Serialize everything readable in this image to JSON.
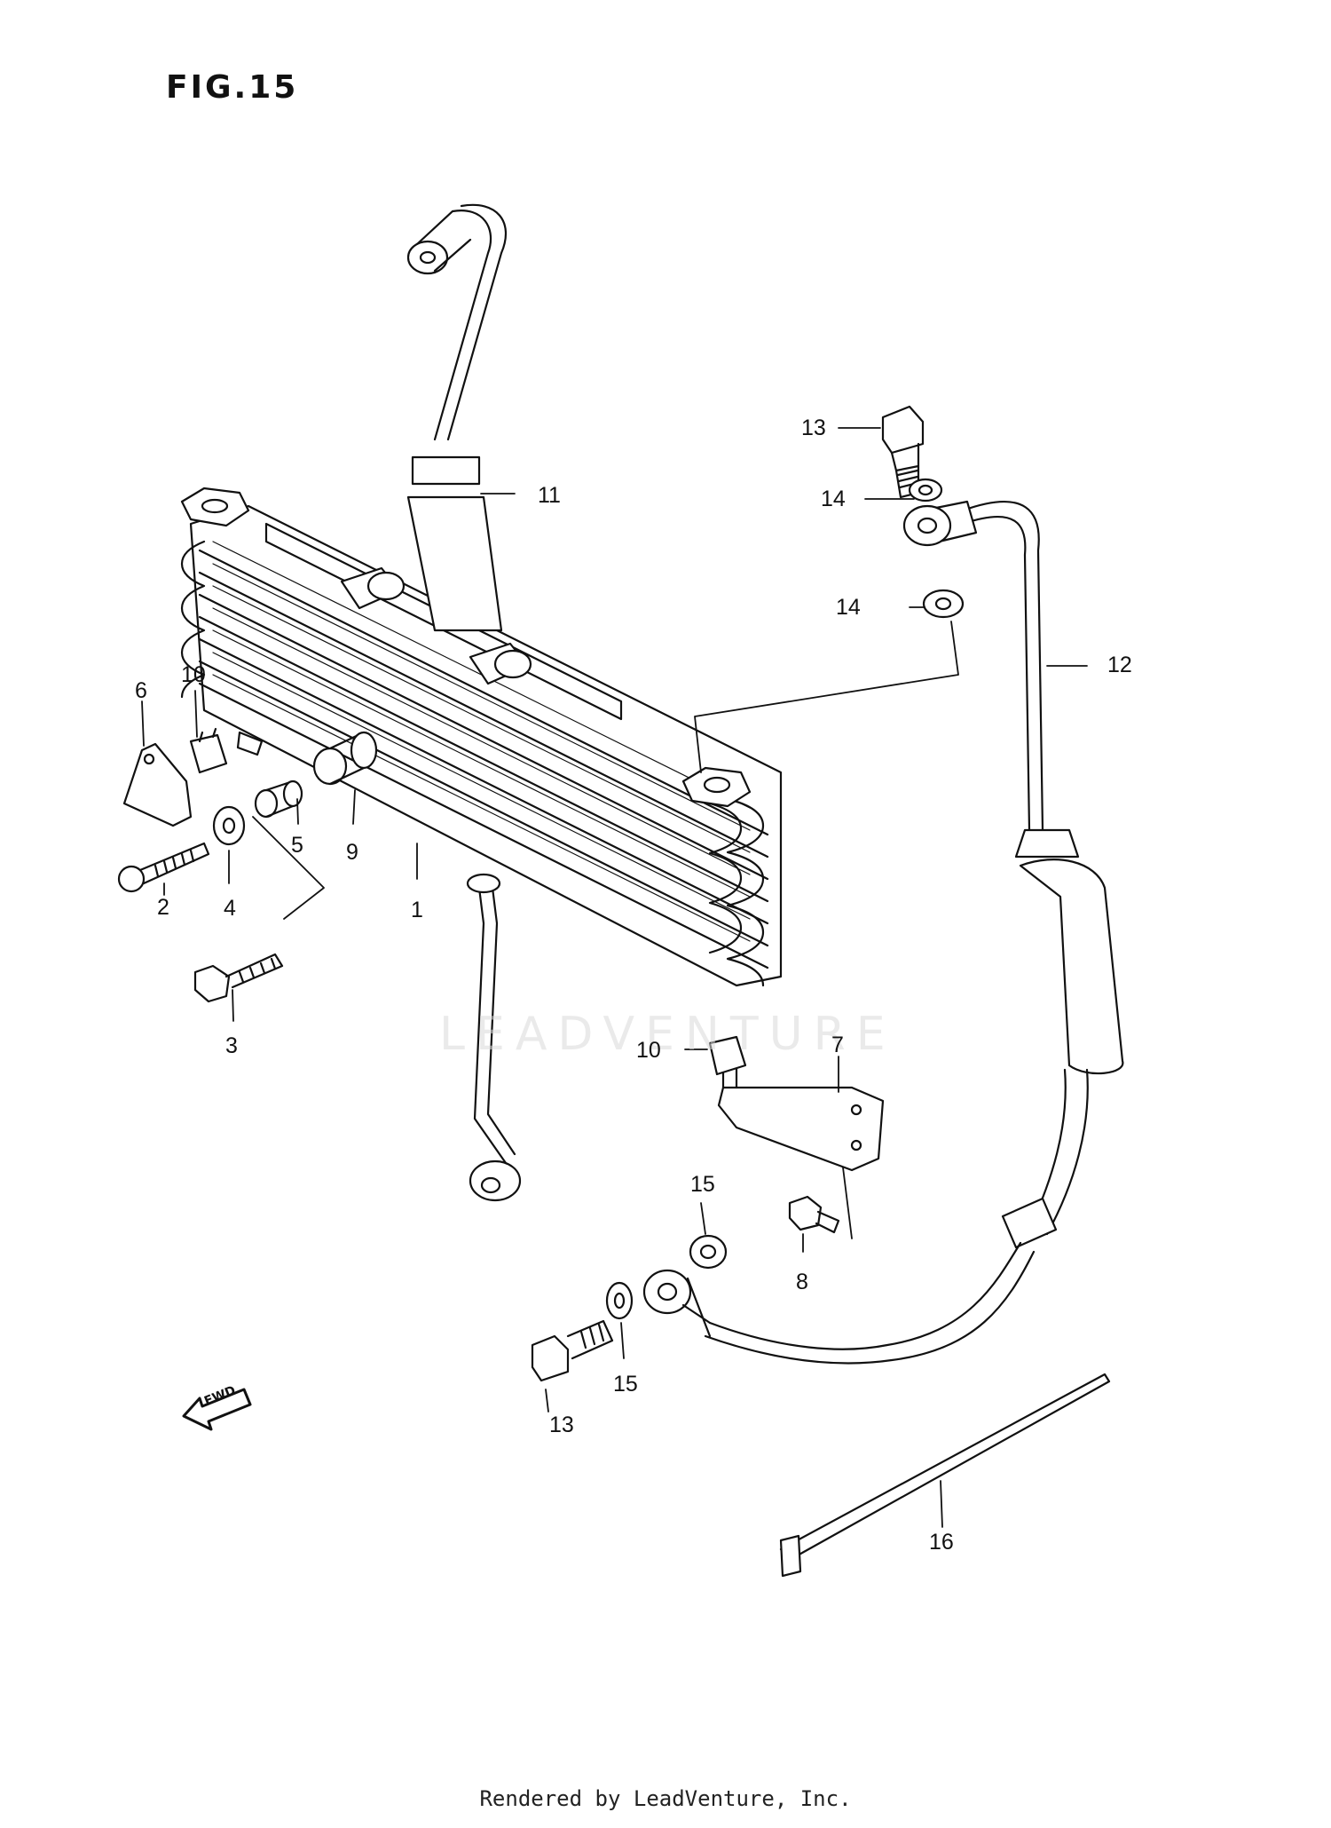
{
  "figure": {
    "title": "FIG.15"
  },
  "callouts": [
    {
      "id": "c-13-top",
      "text": "13"
    },
    {
      "id": "c-14-top",
      "text": "14"
    },
    {
      "id": "c-11",
      "text": "11"
    },
    {
      "id": "c-14-mid",
      "text": "14"
    },
    {
      "id": "c-12",
      "text": "12"
    },
    {
      "id": "c-6",
      "text": "6"
    },
    {
      "id": "c-10-left",
      "text": "10"
    },
    {
      "id": "c-5",
      "text": "5"
    },
    {
      "id": "c-9",
      "text": "9"
    },
    {
      "id": "c-1",
      "text": "1"
    },
    {
      "id": "c-4",
      "text": "4"
    },
    {
      "id": "c-2",
      "text": "2"
    },
    {
      "id": "c-3",
      "text": "3"
    },
    {
      "id": "c-10-right",
      "text": "10"
    },
    {
      "id": "c-7",
      "text": "7"
    },
    {
      "id": "c-15-top",
      "text": "15"
    },
    {
      "id": "c-8",
      "text": "8"
    },
    {
      "id": "c-15-bottom",
      "text": "15"
    },
    {
      "id": "c-13-bottom",
      "text": "13"
    },
    {
      "id": "c-16",
      "text": "16"
    }
  ],
  "fwd_label": "FWD",
  "watermark": "LEADVENTURE",
  "footer": "Rendered by LeadVenture, Inc."
}
